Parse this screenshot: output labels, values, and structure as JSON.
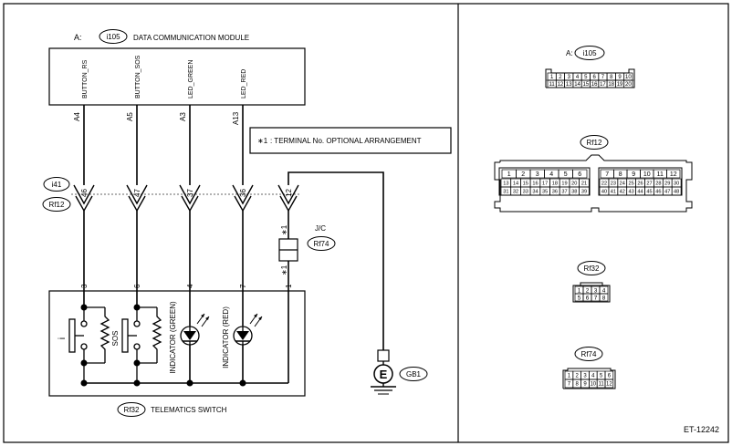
{
  "module": {
    "connector_prefix": "A:",
    "connector_id": "i105",
    "name": "DATA COMMUNICATION MODULE",
    "pins": [
      {
        "name": "BUTTON_RS",
        "terminal": "A4"
      },
      {
        "name": "BUTTON_SOS",
        "terminal": "A5"
      },
      {
        "name": "LED_GREEN",
        "terminal": "A3"
      },
      {
        "name": "LED_RED",
        "terminal": "A13"
      }
    ]
  },
  "note": {
    "marker": "∗1",
    "text": ": TERMINAL No. OPTIONAL ARRANGEMENT"
  },
  "intermediate_connectors": {
    "top_id": "i41",
    "bottom_id": "Rf12",
    "pins": [
      "46",
      "47",
      "37",
      "36",
      "12"
    ]
  },
  "joint_connector": {
    "label": "J/C",
    "id": "Rf74",
    "upper_marker": "∗1",
    "lower_marker": "∗1"
  },
  "switch_unit": {
    "id": "Rf32",
    "name": "TELEMATICS SWITCH",
    "terminals": [
      "3",
      "6",
      "4",
      "7",
      "1"
    ],
    "components": {
      "info_switch": "i",
      "sos_switch": "SOS",
      "green_indicator": "INDICATOR (GREEN)",
      "red_indicator": "INDICATOR (RED)"
    }
  },
  "ground": {
    "symbol": "E",
    "id": "GB1"
  },
  "connector_views": {
    "i105": {
      "prefix": "A:",
      "id": "i105",
      "rows": [
        [
          "1",
          "2",
          "3",
          "4",
          "5",
          "6",
          "7",
          "8",
          "9",
          "10"
        ],
        [
          "11",
          "12",
          "13",
          "14",
          "15",
          "16",
          "17",
          "18",
          "19",
          "20"
        ]
      ]
    },
    "Rf12": {
      "id": "Rf12",
      "left_top": [
        "1",
        "2",
        "3",
        "4",
        "5",
        "6"
      ],
      "right_top": [
        "7",
        "8",
        "9",
        "10",
        "11",
        "12"
      ],
      "left_middle": [
        "13",
        "14",
        "15",
        "16",
        "17",
        "18",
        "19",
        "20",
        "21"
      ],
      "right_middle": [
        "22",
        "23",
        "24",
        "25",
        "26",
        "27",
        "28",
        "29",
        "30"
      ],
      "left_bottom": [
        "31",
        "32",
        "33",
        "34",
        "35",
        "36",
        "37",
        "38",
        "39"
      ],
      "right_bottom": [
        "40",
        "41",
        "42",
        "43",
        "44",
        "45",
        "46",
        "47",
        "48"
      ]
    },
    "Rf32": {
      "id": "Rf32",
      "rows": [
        [
          "1",
          "2",
          "3",
          "4"
        ],
        [
          "5",
          "6",
          "7",
          "8"
        ]
      ]
    },
    "Rf74": {
      "id": "Rf74",
      "rows": [
        [
          "1",
          "2",
          "3",
          "4",
          "5",
          "6"
        ],
        [
          "7",
          "8",
          "9",
          "10",
          "11",
          "12"
        ]
      ]
    }
  },
  "figure_code": "ET-12242"
}
